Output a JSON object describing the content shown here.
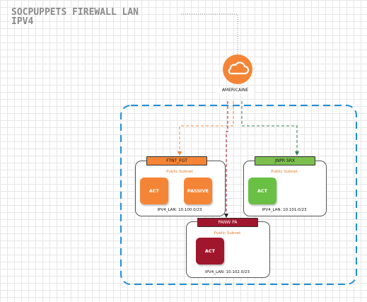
{
  "diagram": {
    "title": "SOCPUPPETS FIREWALL LAN\nIPV4",
    "cloud": {
      "label": "AMERICAINE",
      "icon": "cloud-icon",
      "color": "#f58536"
    },
    "groups": [
      {
        "tag": "FTNT_FGT",
        "tag_color": "#f58536",
        "subnet": "Public Subnet",
        "lan": "IPV4_LAN: 10.100.0/23",
        "nodes": [
          {
            "label": "ACT",
            "color": "#f58536"
          },
          {
            "label": "PASSIVE",
            "color": "#f58536"
          }
        ]
      },
      {
        "tag": "JNPR SRX",
        "tag_color": "#7bbf4e",
        "subnet": "Public Subnet",
        "lan": "IPV4_LAN: 10.101.0/23",
        "nodes": [
          {
            "label": "ACT",
            "color": "#6abf45"
          }
        ]
      },
      {
        "tag": "PANW PA",
        "tag_color": "#a0162d",
        "subnet": "Public Subnet",
        "lan": "IPV4_LAN: 10.102.0/23",
        "nodes": [
          {
            "label": "ACT",
            "color": "#a0162d"
          }
        ]
      }
    ],
    "colors": {
      "region_border": "#1f8fd6",
      "link_orange": "#f58536",
      "link_green": "#2e7d4f",
      "link_red": "#a0162d",
      "link_gray": "#8a8a8a"
    }
  }
}
